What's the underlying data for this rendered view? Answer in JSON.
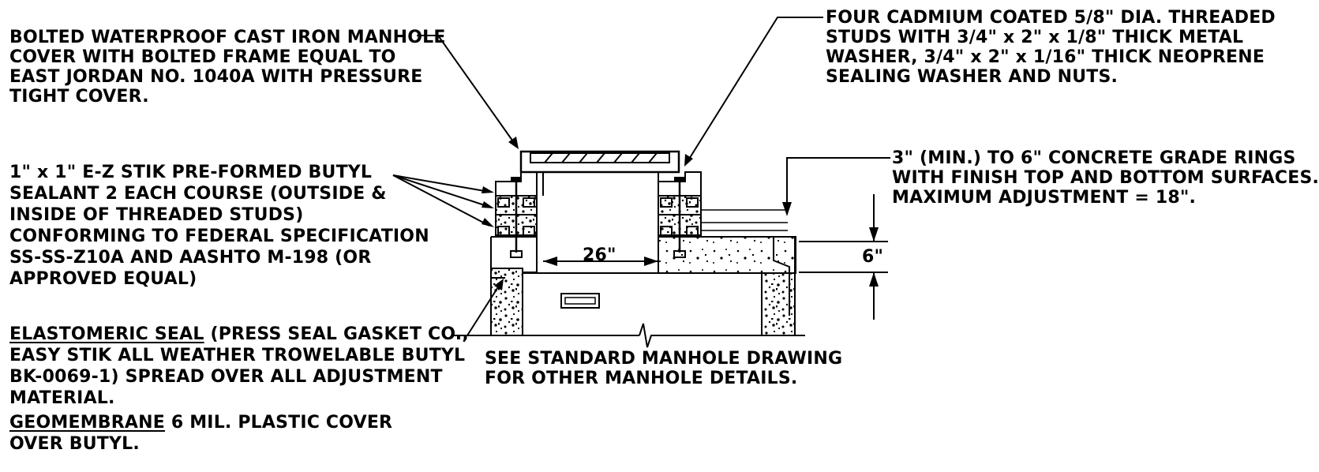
{
  "notes": {
    "cover": [
      "BOLTED WATERPROOF CAST IRON MANHOLE",
      "COVER WITH BOLTED FRAME EQUAL TO",
      "EAST JORDAN NO. 1040A WITH PRESSURE",
      "TIGHT COVER."
    ],
    "studs": [
      "FOUR CADMIUM COATED 5/8\" DIA. THREADED",
      "STUDS WITH 3/4\" x 2\" x 1/8\" THICK METAL",
      "WASHER, 3/4\" x 2\" x 1/16\" THICK NEOPRENE",
      "SEALING WASHER AND NUTS."
    ],
    "sealant": [
      "1\" x 1\" E-Z STIK PRE-FORMED BUTYL",
      "SEALANT 2 EACH COURSE (OUTSIDE &",
      "INSIDE OF THREADED STUDS)",
      "CONFORMING TO FEDERAL SPECIFICATION",
      "SS-SS-Z10A AND AASHTO M-198 (OR",
      "APPROVED EQUAL)"
    ],
    "rings": [
      "3\" (MIN.) TO 6\" CONCRETE GRADE RINGS",
      "WITH FINISH TOP AND BOTTOM SURFACES.",
      "MAXIMUM ADJUSTMENT = 18\"."
    ],
    "seal": {
      "title": "ELASTOMERIC SEAL",
      "line1_rest": " (PRESS SEAL GASKET CO.,",
      "lines": [
        "EASY STIK ALL WEATHER TROWELABLE BUTYL",
        "BK-0069-1) SPREAD OVER ALL ADJUSTMENT",
        "MATERIAL."
      ]
    },
    "geomembrane": {
      "title": "GEOMEMBRANE",
      "line1_rest": " 6 MIL. PLASTIC COVER",
      "lines": [
        "OVER BUTYL."
      ]
    },
    "see_standard": [
      "SEE STANDARD MANHOLE DRAWING",
      "FOR OTHER MANHOLE DETAILS."
    ]
  },
  "dimensions": {
    "opening": "26\"",
    "depth": "6\""
  },
  "colors": {
    "ink": "#000000",
    "background": "#ffffff"
  }
}
